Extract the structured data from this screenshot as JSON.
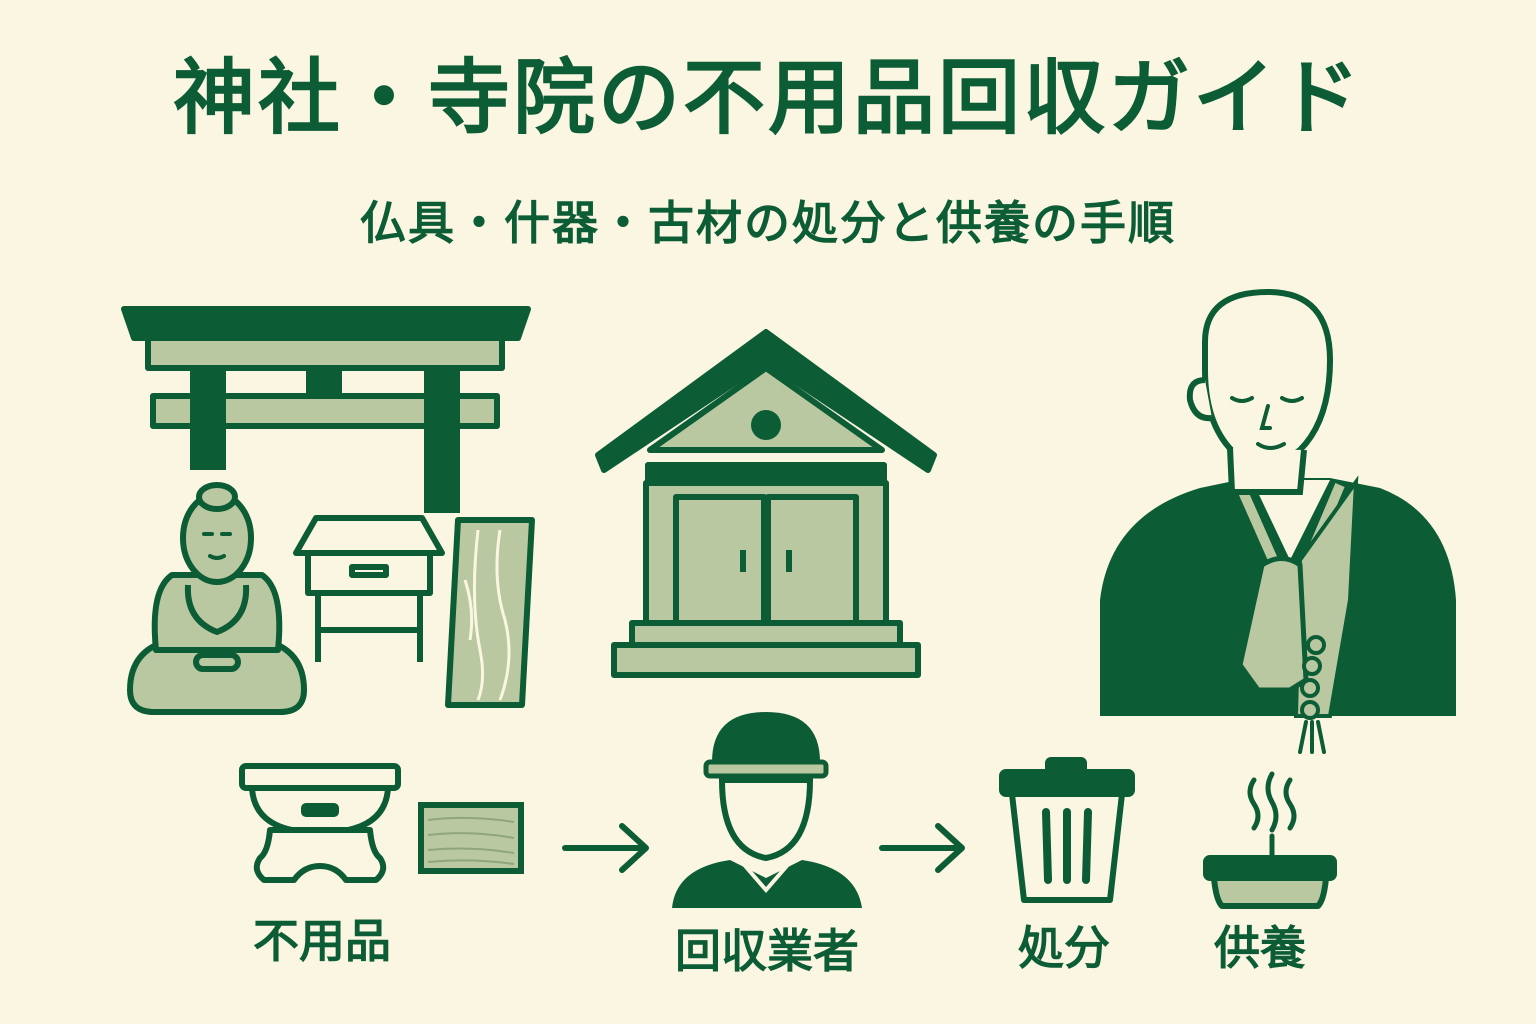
{
  "header": {
    "title": "神社・寺院の不用品回収ガイド",
    "subtitle": "仏具・什器・古材の処分と供養の手順"
  },
  "flow": {
    "step1_label": "不用品",
    "step2_label": "回収業者",
    "step3_label": "処分",
    "step4_label": "供養"
  },
  "icons": {
    "torii": "torii-gate-icon",
    "buddha": "buddha-statue-icon",
    "altar": "altar-table-icon",
    "plank": "wood-plank-icon",
    "shrine": "shrine-building-icon",
    "monk": "praying-monk-icon",
    "bowl": "offering-stand-icon",
    "board": "wood-board-icon",
    "arrow": "arrow-right-icon",
    "worker": "collection-worker-icon",
    "trash": "trash-can-icon",
    "incense": "incense-burner-icon"
  },
  "colors": {
    "background": "#fbf6e2",
    "dark_green": "#0c5c35",
    "light_green": "#b9c8a0"
  }
}
